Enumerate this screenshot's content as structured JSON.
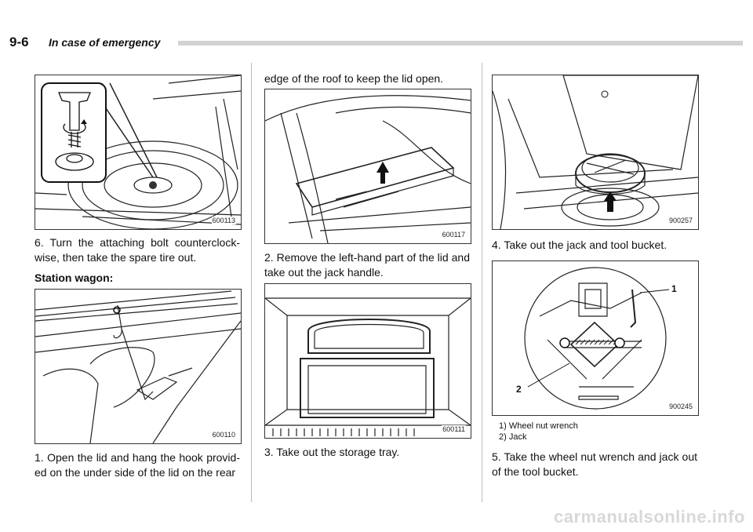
{
  "header": {
    "page_number": "9-6",
    "section_title": "In case of emergency"
  },
  "column1": {
    "figure_a_code": "600113",
    "step6_text": "6.  Turn  the  attaching  bolt  counterclock-wise, then take the spare tire out.",
    "subheading": "Station wagon:",
    "figure_b_code": "600110",
    "step1_text": "1.  Open the lid and hang the hook provid-ed on the under side of the lid on the rear"
  },
  "column2": {
    "continuation_text": "edge of the roof to keep the lid open.",
    "figure_c_code": "600117",
    "step2_text": "2.  Remove  the  left-hand  part  of  the  lid and take out the jack handle.",
    "figure_d_code": "600111",
    "step3_text": "3.  Take out the storage tray."
  },
  "column3": {
    "figure_e_code": "900257",
    "step4_text": "4.  Take out the jack and tool bucket.",
    "figure_f_code": "900245",
    "callout_1": "1",
    "callout_2": "2",
    "legend_items": [
      "1)  Wheel nut wrench",
      "2)  Jack"
    ],
    "step5_text": "5.  Take  the  wheel  nut  wrench  and  jack out of the tool bucket."
  },
  "footer": {
    "watermark": "carmanualsonline.info"
  }
}
